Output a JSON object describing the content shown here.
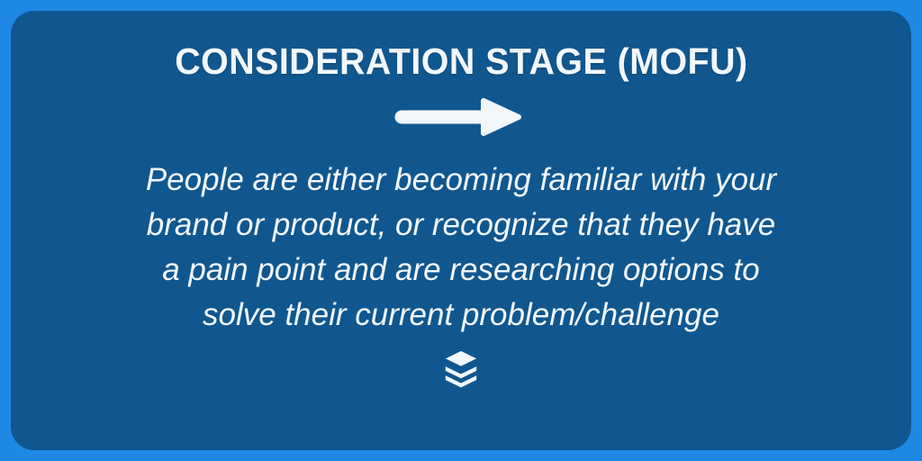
{
  "panel": {
    "title": "CONSIDERATION STAGE (MOFU)",
    "description_lines": [
      "People are either becoming familiar with your",
      "brand or product, or recognize that they have",
      "a pain point and are researching options to",
      "solve their current problem/challenge"
    ]
  },
  "icons": {
    "arrow": "right-arrow-icon",
    "logo": "buffer-layers-logo-icon"
  },
  "colors": {
    "frame": "#1e89e5",
    "panel": "#10578f",
    "text": "#f2f7fb"
  }
}
